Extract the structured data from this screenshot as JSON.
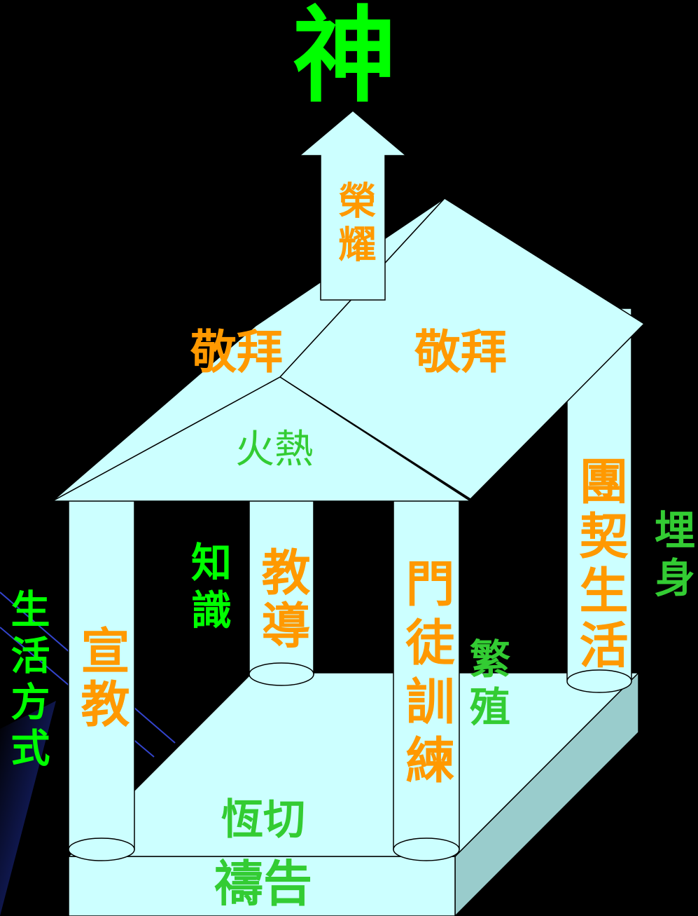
{
  "title": "神",
  "arrow_text": "榮耀",
  "roof_left": "敬拜",
  "roof_right": "敬拜",
  "pediment": "火熱",
  "pillars": {
    "p1": "宣教",
    "p2": "教導",
    "p3": "門徒訓練",
    "p4": "團契生活"
  },
  "side_labels": {
    "left": "生活方式",
    "knowledge": "知識",
    "multiply": "繁殖",
    "commit": "埋身"
  },
  "floor_text": "恆切",
  "base_text": "禱告",
  "colors": {
    "background": "#000000",
    "structure": "#ccffff",
    "structure_shade": "#99cccc",
    "orange": "#ff9900",
    "green": "#00ff00",
    "light_green": "#33cc33",
    "blue_accent": "#2233aa"
  }
}
